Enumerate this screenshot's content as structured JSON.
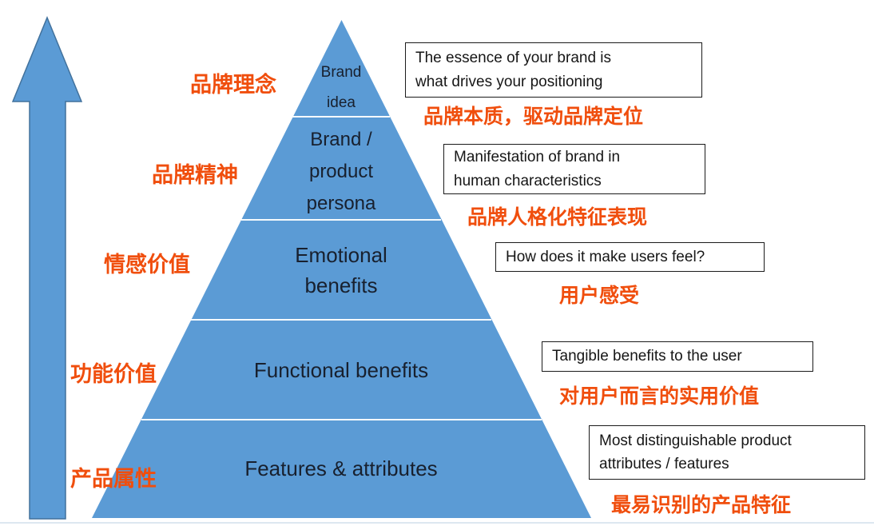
{
  "diagram": {
    "type": "pyramid",
    "colors": {
      "shape_blue": "#5B9BD5",
      "shape_blue_border": "#41719C",
      "accent_orange": "#F04E0D",
      "pyramid_text": "#18202E"
    },
    "levels": [
      {
        "pyramid_label": "Brand\nidea",
        "left_label_zh": "品牌理念",
        "note_en": "The essence of your brand is\nwhat drives your positioning",
        "note_zh": "品牌本质，驱动品牌定位"
      },
      {
        "pyramid_label": "Brand /\nproduct\npersona",
        "left_label_zh": "品牌精神",
        "note_en": "Manifestation of brand in\nhuman characteristics",
        "note_zh": "品牌人格化特征表现"
      },
      {
        "pyramid_label": "Emotional\nbenefits",
        "left_label_zh": "情感价值",
        "note_en": "How does it make users feel?",
        "note_zh": "用户感受"
      },
      {
        "pyramid_label": "Functional benefits",
        "left_label_zh": "功能价值",
        "note_en": "Tangible benefits to the user",
        "note_zh": "对用户而言的实用价值"
      },
      {
        "pyramid_label": "Features & attributes",
        "left_label_zh": "产品属性",
        "note_en": "Most distinguishable product\nattributes / features",
        "note_zh": "最易识别的产品特征"
      }
    ]
  }
}
